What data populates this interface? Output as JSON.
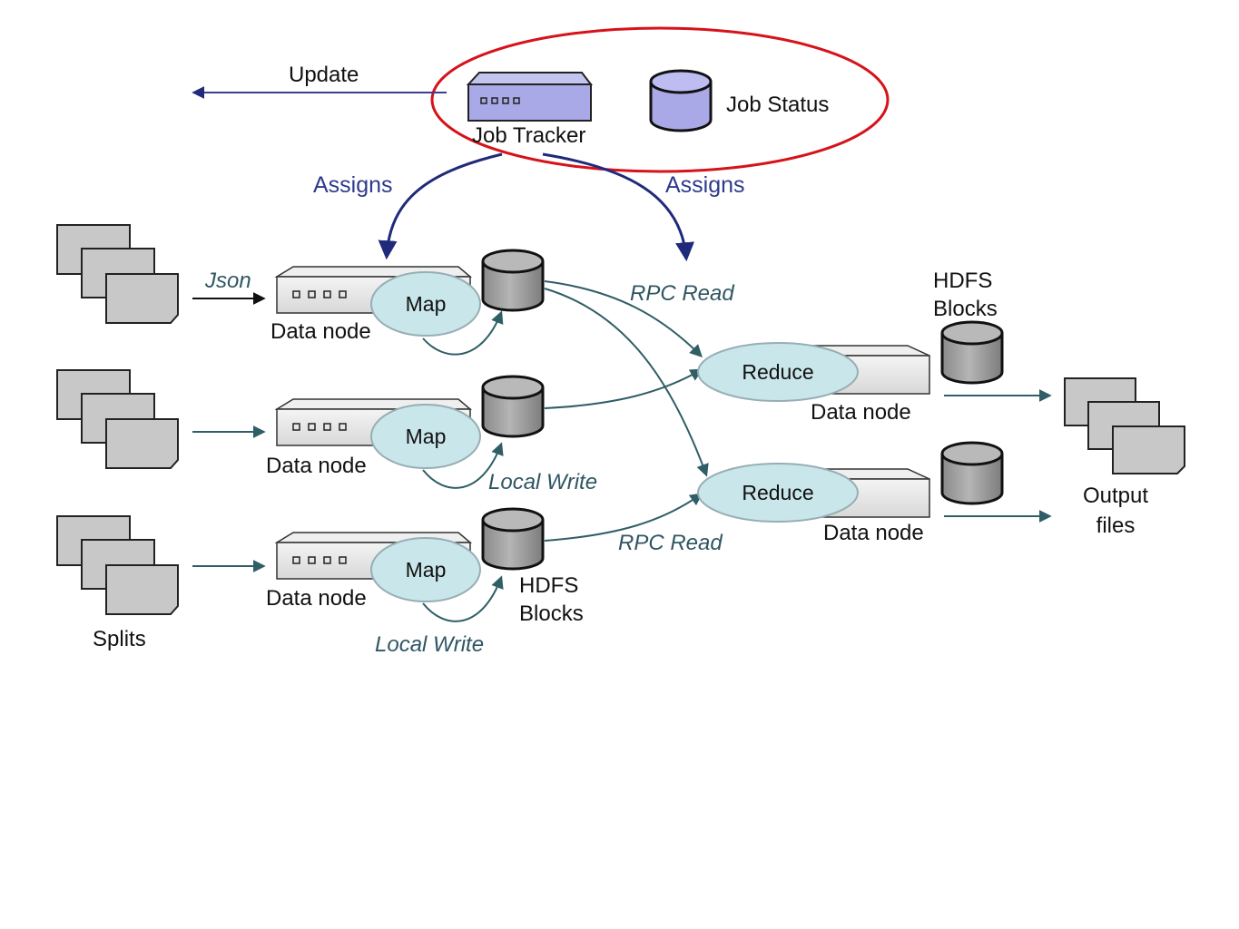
{
  "job_tracker": {
    "label": "Job Tracker",
    "status_label": "Job Status",
    "update_label": "Update"
  },
  "assign_labels": {
    "left": "Assigns",
    "right": "Assigns"
  },
  "inputs": {
    "json_label": "Json",
    "splits_label": "Splits"
  },
  "map_nodes": [
    {
      "map_label": "Map",
      "node_label": "Data node"
    },
    {
      "map_label": "Map",
      "node_label": "Data node"
    },
    {
      "map_label": "Map",
      "node_label": "Data node"
    }
  ],
  "map_annotations": {
    "local_write_mid": "Local Write",
    "local_write_bottom": "Local Write",
    "hdfs_blocks_bottom": [
      "HDFS",
      "Blocks"
    ]
  },
  "rpc_labels": {
    "top": "RPC Read",
    "bottom": "RPC Read"
  },
  "reduce_nodes": [
    {
      "reduce_label": "Reduce",
      "node_label": "Data node"
    },
    {
      "reduce_label": "Reduce",
      "node_label": "Data node"
    }
  ],
  "hdfs_blocks_top": [
    "HDFS",
    "Blocks"
  ],
  "output_label": [
    "Output",
    "files"
  ],
  "colors": {
    "tracker_fill": "#a9a9e8",
    "map_fill": "#c9e6ea",
    "highlight_ring": "#d6121a",
    "assign_arrow": "#1f2a7a",
    "flow_arrow": "#2f5e66",
    "doc_fill": "#c8c8c8"
  }
}
